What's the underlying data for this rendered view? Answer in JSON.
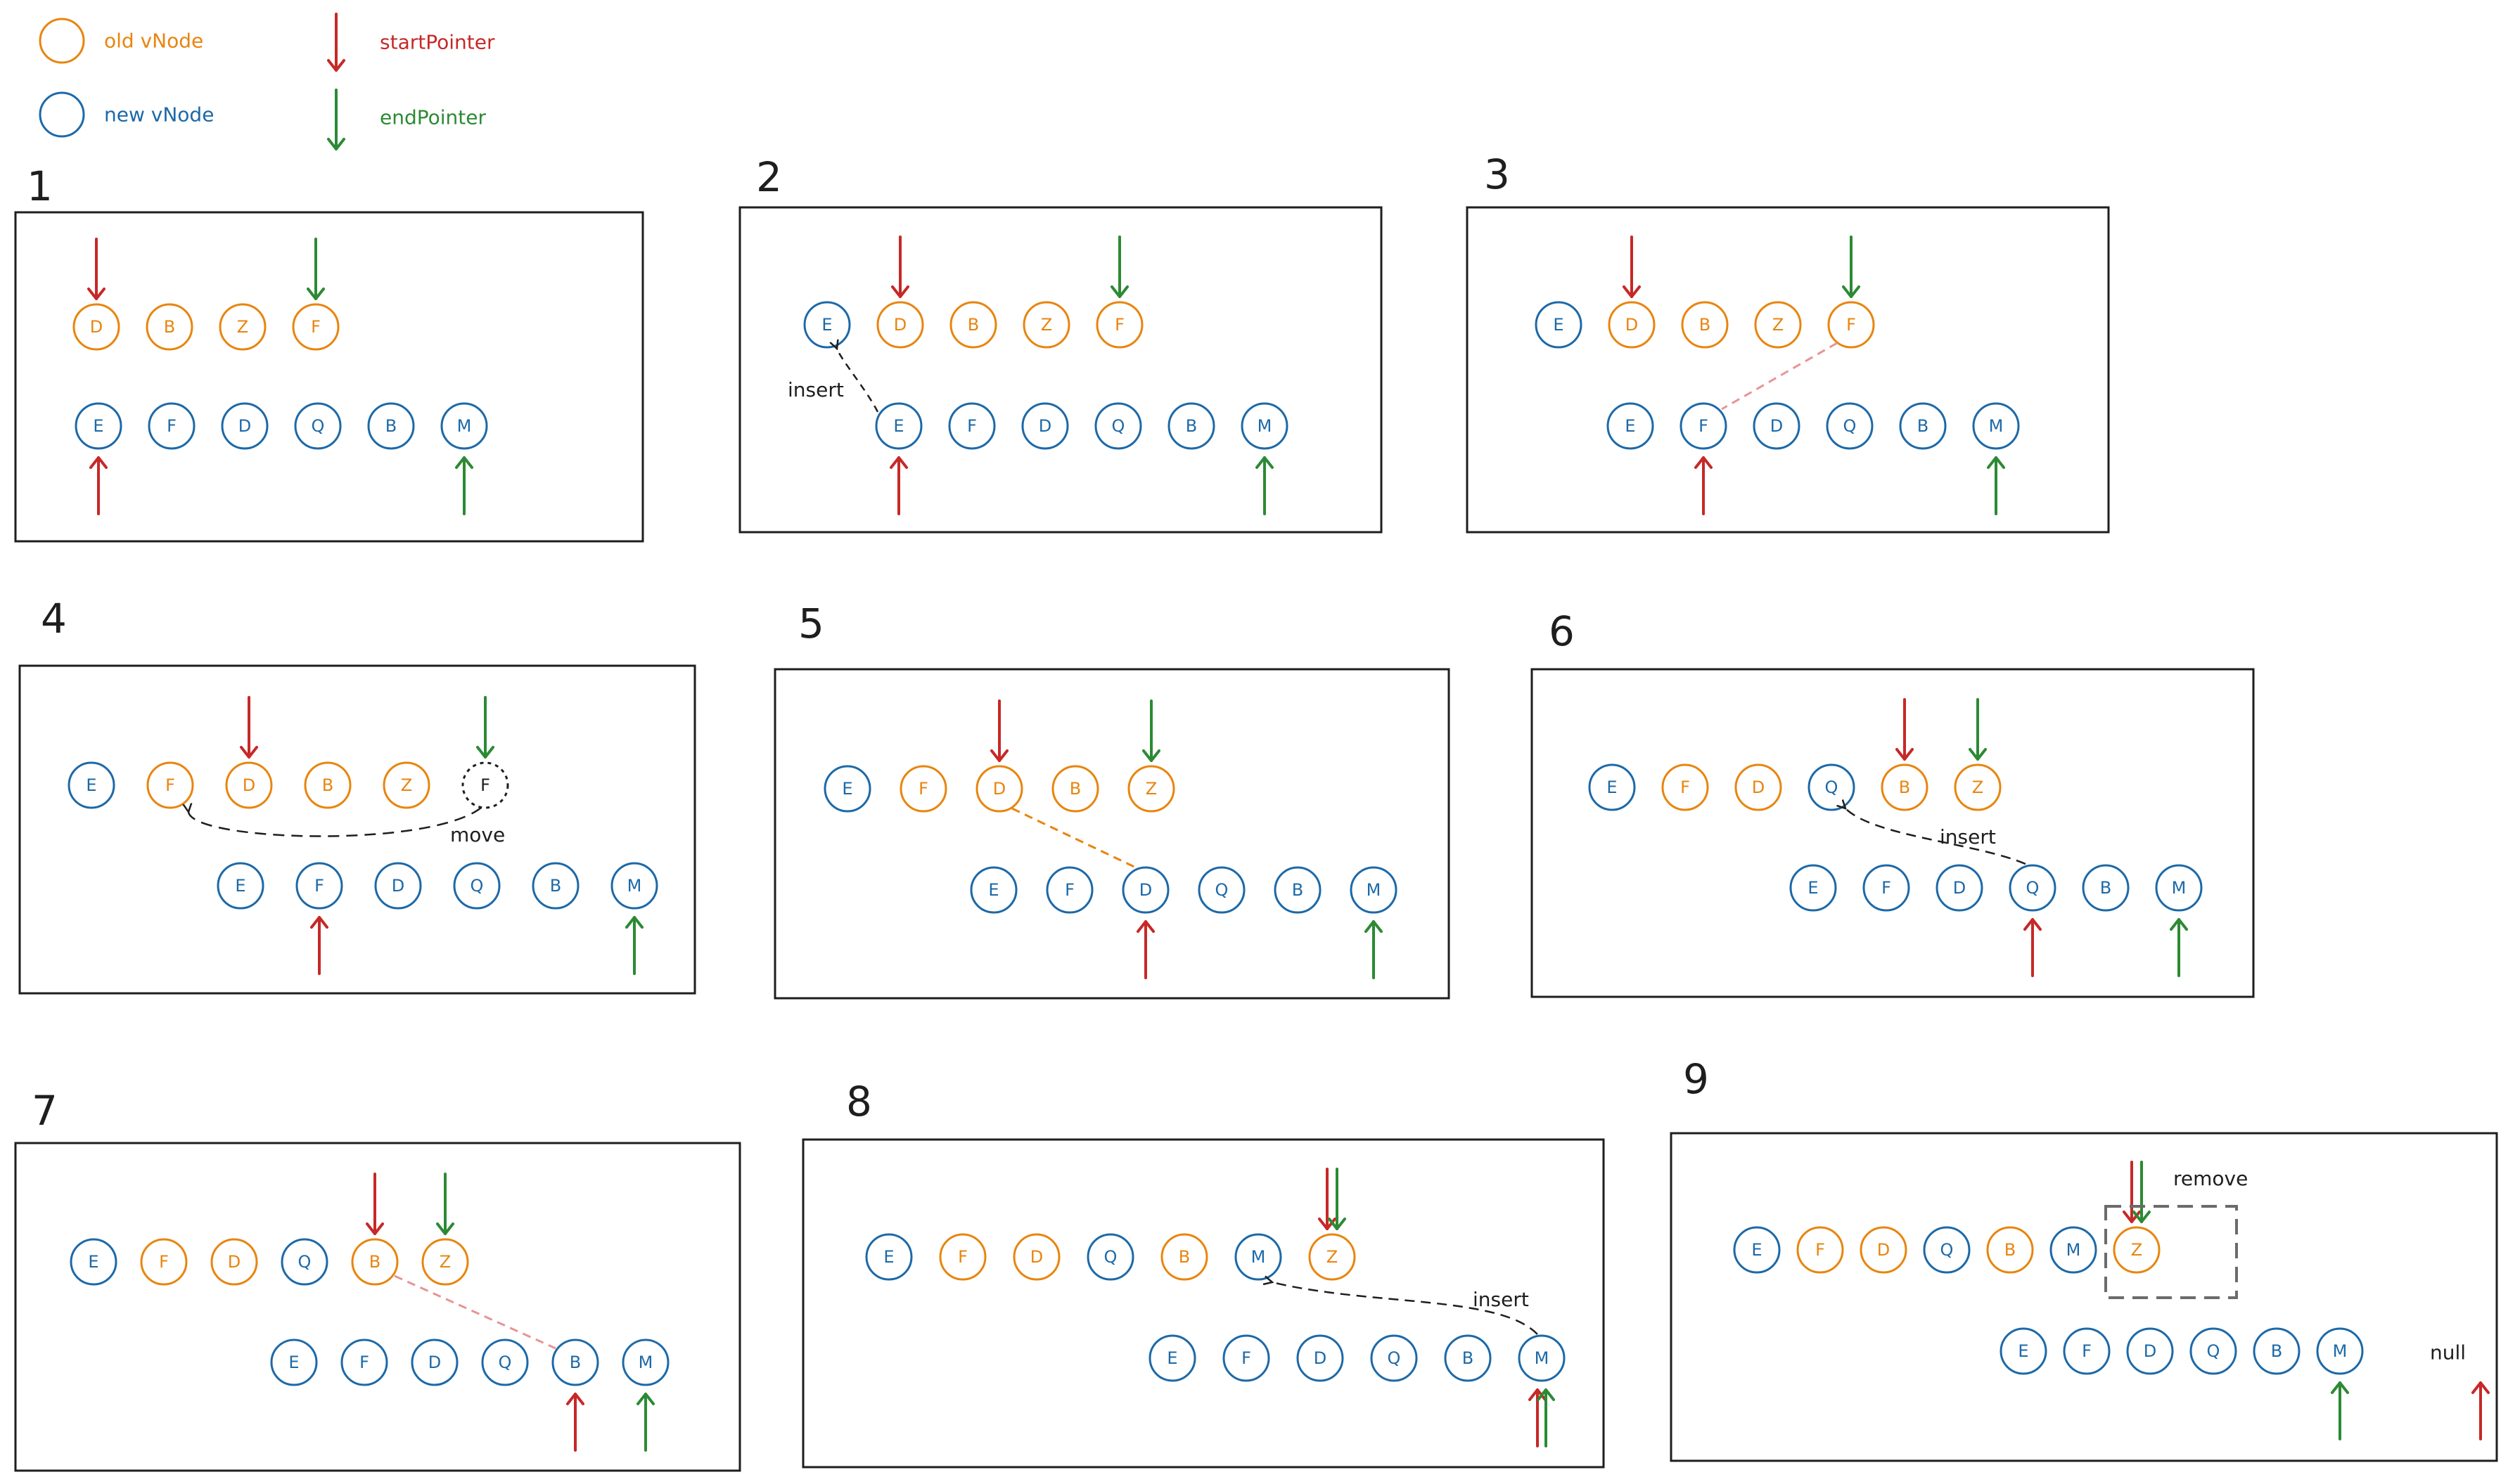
{
  "colors": {
    "old": "#e8850f",
    "new": "#1c69a8",
    "start": "#c72828",
    "end": "#2c8a34",
    "ink": "#1e1e1e",
    "match": "#e89494"
  },
  "legend": {
    "old_label": "old vNode",
    "new_label": "new vNode",
    "start_label": "startPointer",
    "end_label": "endPointer"
  },
  "panels": [
    {
      "number": "1",
      "old_row": [
        [
          "D",
          "old"
        ],
        [
          "B",
          "old"
        ],
        [
          "Z",
          "old"
        ],
        [
          "F",
          "old"
        ]
      ],
      "new_row": [
        "E",
        "F",
        "D",
        "Q",
        "B",
        "M"
      ],
      "old_start": 0,
      "old_end": 3,
      "new_start": 0,
      "new_end": 5,
      "note": ""
    },
    {
      "number": "2",
      "old_row": [
        [
          "E",
          "new"
        ],
        [
          "D",
          "old"
        ],
        [
          "B",
          "old"
        ],
        [
          "Z",
          "old"
        ],
        [
          "F",
          "old"
        ]
      ],
      "new_row": [
        "E",
        "F",
        "D",
        "Q",
        "B",
        "M"
      ],
      "old_start": 1,
      "old_end": 4,
      "new_start": 0,
      "new_end": 5,
      "note": "insert"
    },
    {
      "number": "3",
      "old_row": [
        [
          "E",
          "new"
        ],
        [
          "D",
          "old"
        ],
        [
          "B",
          "old"
        ],
        [
          "Z",
          "old"
        ],
        [
          "F",
          "old"
        ]
      ],
      "new_row": [
        "E",
        "F",
        "D",
        "Q",
        "B",
        "M"
      ],
      "old_start": 1,
      "old_end": 4,
      "new_start": 1,
      "new_end": 5,
      "note": ""
    },
    {
      "number": "4",
      "old_row": [
        [
          "E",
          "new"
        ],
        [
          "F",
          "old"
        ],
        [
          "D",
          "old"
        ],
        [
          "B",
          "old"
        ],
        [
          "Z",
          "old"
        ],
        [
          "F",
          "removed"
        ]
      ],
      "new_row": [
        "E",
        "F",
        "D",
        "Q",
        "B",
        "M"
      ],
      "old_start": 2,
      "old_end": 5,
      "new_start": 1,
      "new_end": 5,
      "note": "move"
    },
    {
      "number": "5",
      "old_row": [
        [
          "E",
          "new"
        ],
        [
          "F",
          "old"
        ],
        [
          "D",
          "old"
        ],
        [
          "B",
          "old"
        ],
        [
          "Z",
          "old"
        ]
      ],
      "new_row": [
        "E",
        "F",
        "D",
        "Q",
        "B",
        "M"
      ],
      "old_start": 2,
      "old_end": 4,
      "new_start": 2,
      "new_end": 5,
      "note": ""
    },
    {
      "number": "6",
      "old_row": [
        [
          "E",
          "new"
        ],
        [
          "F",
          "old"
        ],
        [
          "D",
          "old"
        ],
        [
          "Q",
          "new"
        ],
        [
          "B",
          "old"
        ],
        [
          "Z",
          "old"
        ]
      ],
      "new_row": [
        "E",
        "F",
        "D",
        "Q",
        "B",
        "M"
      ],
      "old_start": 4,
      "old_end": 5,
      "new_start": 3,
      "new_end": 5,
      "note": "insert"
    },
    {
      "number": "7",
      "old_row": [
        [
          "E",
          "new"
        ],
        [
          "F",
          "old"
        ],
        [
          "D",
          "old"
        ],
        [
          "Q",
          "new"
        ],
        [
          "B",
          "old"
        ],
        [
          "Z",
          "old"
        ]
      ],
      "new_row": [
        "E",
        "F",
        "D",
        "Q",
        "B",
        "M"
      ],
      "old_start": 4,
      "old_end": 5,
      "new_start": 4,
      "new_end": 5,
      "note": ""
    },
    {
      "number": "8",
      "old_row": [
        [
          "E",
          "new"
        ],
        [
          "F",
          "old"
        ],
        [
          "D",
          "old"
        ],
        [
          "Q",
          "new"
        ],
        [
          "B",
          "old"
        ],
        [
          "M",
          "new"
        ],
        [
          "Z",
          "old"
        ]
      ],
      "new_row": [
        "E",
        "F",
        "D",
        "Q",
        "B",
        "M"
      ],
      "old_start": 6,
      "old_end": 6,
      "new_start": 5,
      "new_end": 5,
      "note": "insert"
    },
    {
      "number": "9",
      "old_row": [
        [
          "E",
          "new"
        ],
        [
          "F",
          "old"
        ],
        [
          "D",
          "old"
        ],
        [
          "Q",
          "new"
        ],
        [
          "B",
          "old"
        ],
        [
          "M",
          "new"
        ],
        [
          "Z",
          "old"
        ]
      ],
      "new_row": [
        "E",
        "F",
        "D",
        "Q",
        "B",
        "M"
      ],
      "old_start": 6,
      "old_end": 6,
      "new_start": 6,
      "new_end": 5,
      "note": "remove",
      "extra": "null"
    }
  ]
}
